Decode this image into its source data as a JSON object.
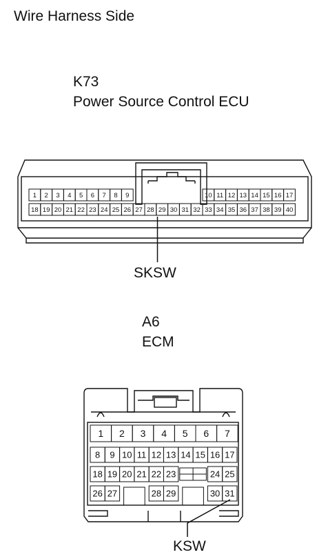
{
  "title": "Wire Harness Side",
  "connectors": [
    {
      "code": "K73",
      "name": "Power Source Control ECU",
      "rows": [
        [
          "1",
          "2",
          "3",
          "4",
          "5",
          "6",
          "7",
          "8",
          "9",
          "",
          "",
          "",
          "",
          "",
          "",
          "10",
          "11",
          "12",
          "13",
          "14",
          "15",
          "16",
          "17"
        ],
        [
          "18",
          "19",
          "20",
          "21",
          "22",
          "23",
          "24",
          "25",
          "26",
          "27",
          "28",
          "29",
          "30",
          "31",
          "32",
          "33",
          "34",
          "35",
          "36",
          "37",
          "38",
          "39",
          "40"
        ]
      ],
      "signal": {
        "pin": "28",
        "label": "SKSW"
      }
    },
    {
      "code": "A6",
      "name": "ECM",
      "rows": [
        [
          "1",
          "2",
          "3",
          "4",
          "5",
          "6",
          "7"
        ],
        [
          "8",
          "9",
          "10",
          "11",
          "12",
          "13",
          "14",
          "15",
          "16",
          "17"
        ],
        [
          "18",
          "19",
          "20",
          "21",
          "22",
          "23",
          "",
          "",
          "24",
          "25"
        ],
        [
          "26",
          "27",
          "",
          "",
          "28",
          "29",
          "",
          "",
          "30",
          "31"
        ]
      ],
      "signal": {
        "pin": "31",
        "label": "KSW"
      }
    }
  ]
}
